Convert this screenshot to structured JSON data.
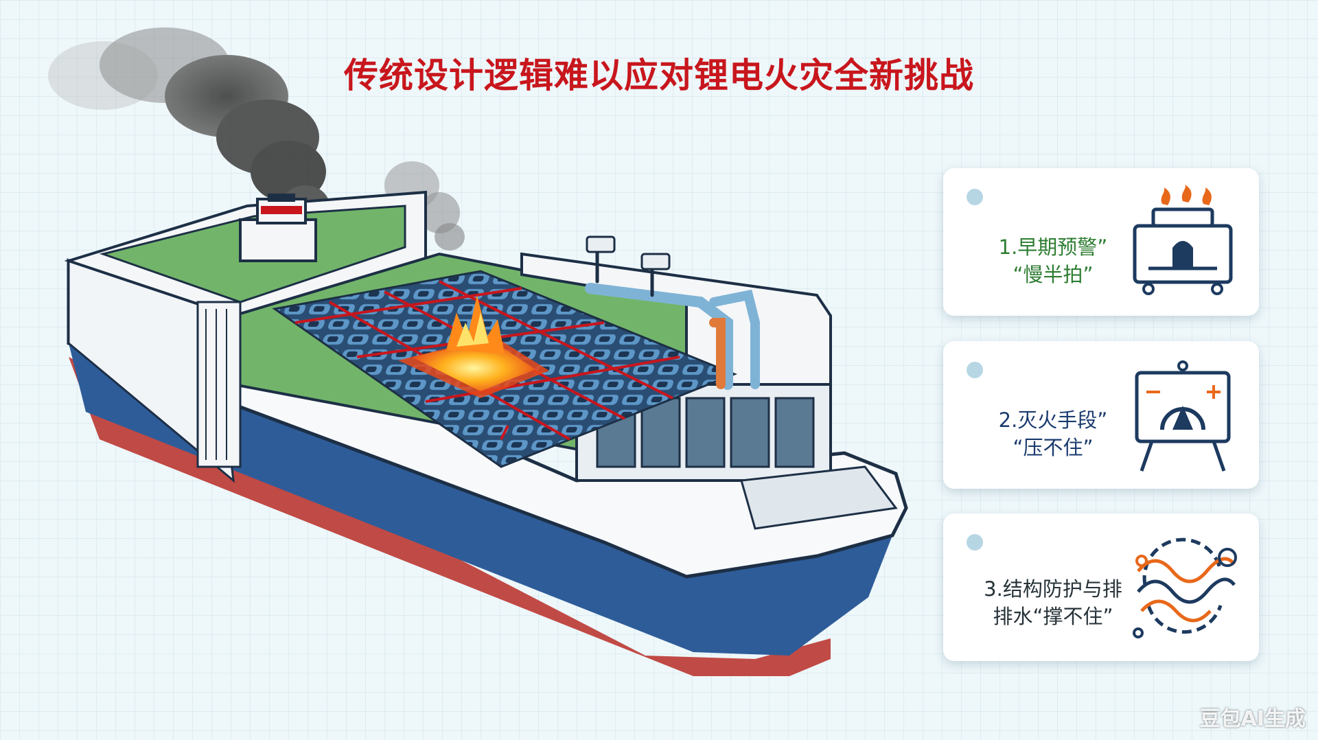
{
  "title": "传统设计逻辑难以应对锂电火灾全新挑战",
  "cards": [
    {
      "line1": "1.早期预警”",
      "line2": "“慢半拍”",
      "color": "#2e7d32",
      "icon": "burner-alarm-icon"
    },
    {
      "line1": "2.灭火手段”",
      "line2": "“压不住”",
      "color": "#1a3a6e",
      "icon": "fire-board-icon"
    },
    {
      "line1": "3.结构防护与排",
      "line2": "排水“撑不住”",
      "color": "#263238",
      "icon": "water-waves-icon"
    }
  ],
  "watermark": "豆包AI生成",
  "colors": {
    "title": "#c8161d",
    "hull_blue": "#2e5c99",
    "deck_green": "#72b56a",
    "hull_red": "#c04a45"
  }
}
